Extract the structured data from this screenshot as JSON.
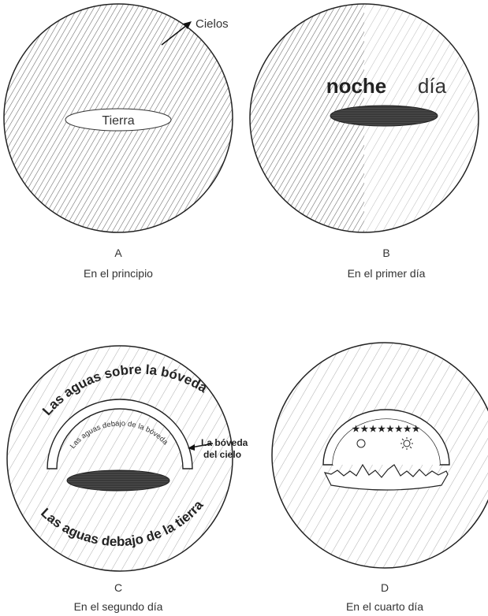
{
  "panels": {
    "a": {
      "letter": "A",
      "caption": "En el principio",
      "label_earth": "Tierra",
      "label_heavens": "Cielos"
    },
    "b": {
      "letter": "B",
      "caption": "En el primer día",
      "label_night": "noche",
      "label_day": "día"
    },
    "c": {
      "letter": "C",
      "caption": "En el segundo día",
      "label_waters_above": "Las aguas sobre la bóveda",
      "label_waters_below_firmament": "Las aguas debajo de la bóveda",
      "label_firmament_line1": "La bóveda",
      "label_firmament_line2": "del cielo",
      "label_waters_under_earth": "Las aguas debajo de la tierra"
    },
    "d": {
      "letter": "D",
      "caption": "En el cuarto día",
      "stars": "★★★★★★★★"
    }
  },
  "colors": {
    "line": "#222222",
    "hatch_dark": "#555555",
    "hatch_light": "#999999",
    "earth_dark": "#3a3a3a"
  }
}
